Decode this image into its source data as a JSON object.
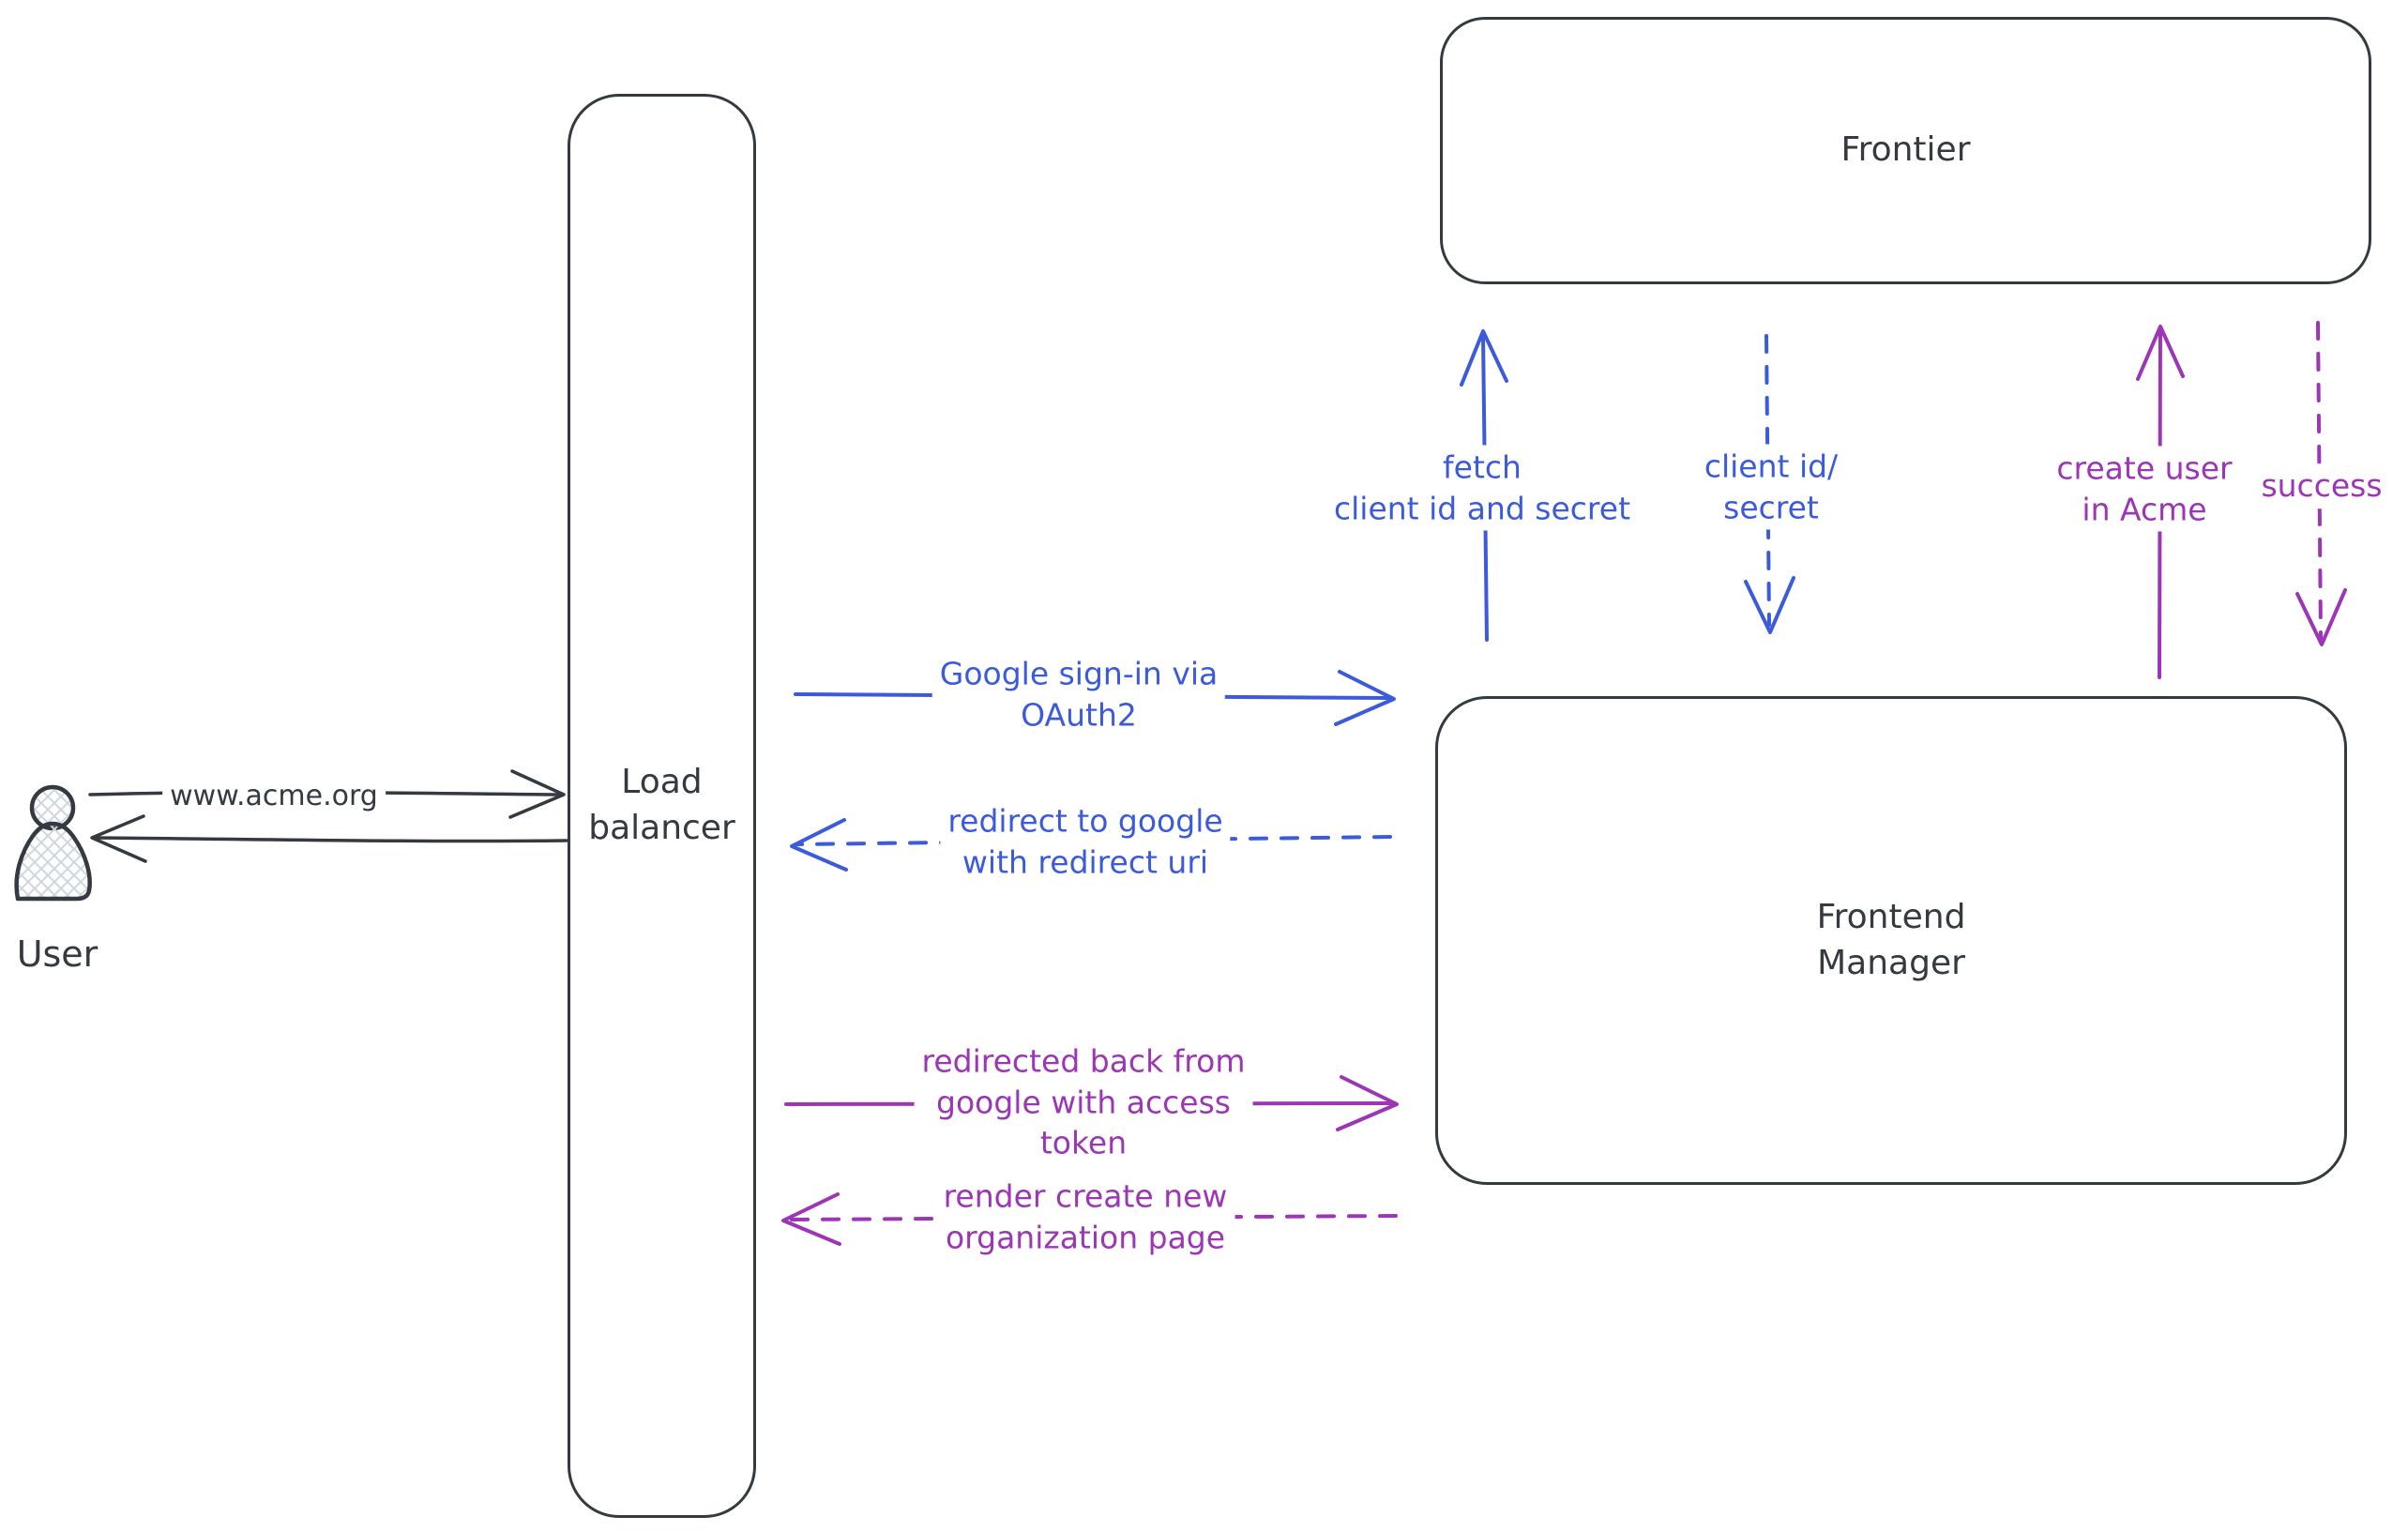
{
  "diagram": {
    "type": "sequence-architecture-sketch",
    "colors": {
      "stroke": "#343a40",
      "blue": "#3b5bdb",
      "purple": "#9c36b5",
      "hatch_fill": "#cfd6dd"
    }
  },
  "nodes": {
    "frontier": {
      "label": "Frontier"
    },
    "frontend_manager": {
      "label": "Frontend\nManager"
    },
    "load_balancer": {
      "label": "Load\nbalancer"
    },
    "user": {
      "label": "User"
    }
  },
  "edges": {
    "user_to_lb": {
      "label": "www.acme.org",
      "style": "solid",
      "color": "#343a40",
      "from": "user",
      "to": "load_balancer",
      "direction": "right"
    },
    "lb_to_user": {
      "label": "",
      "style": "solid",
      "color": "#343a40",
      "from": "load_balancer",
      "to": "user",
      "direction": "left"
    },
    "google_signin": {
      "label": "Google sign-in via\nOAuth2",
      "style": "solid",
      "color": "#3b5bdb",
      "from": "load_balancer",
      "to": "frontend_manager",
      "direction": "right"
    },
    "redirect_google": {
      "label": "redirect to google\nwith redirect uri",
      "style": "dashed",
      "color": "#3b5bdb",
      "from": "frontend_manager",
      "to": "load_balancer",
      "direction": "left"
    },
    "redirected_back": {
      "label": "redirected back from\ngoogle with access\ntoken",
      "style": "solid",
      "color": "#9c36b5",
      "from": "load_balancer",
      "to": "frontend_manager",
      "direction": "right"
    },
    "render_page": {
      "label": "render create new\norganization page",
      "style": "dashed",
      "color": "#9c36b5",
      "from": "frontend_manager",
      "to": "load_balancer",
      "direction": "left"
    },
    "fetch_secret": {
      "label": "fetch\nclient id and secret",
      "style": "solid",
      "color": "#3b5bdb",
      "from": "frontend_manager",
      "to": "frontier",
      "direction": "up"
    },
    "client_id_secret": {
      "label": "client id/\nsecret",
      "style": "dashed",
      "color": "#3b5bdb",
      "from": "frontier",
      "to": "frontend_manager",
      "direction": "down"
    },
    "create_user": {
      "label": "create user\nin Acme",
      "style": "solid",
      "color": "#9c36b5",
      "from": "frontend_manager",
      "to": "frontier",
      "direction": "up"
    },
    "success": {
      "label": "success",
      "style": "dashed",
      "color": "#9c36b5",
      "from": "frontier",
      "to": "frontend_manager",
      "direction": "down"
    }
  }
}
